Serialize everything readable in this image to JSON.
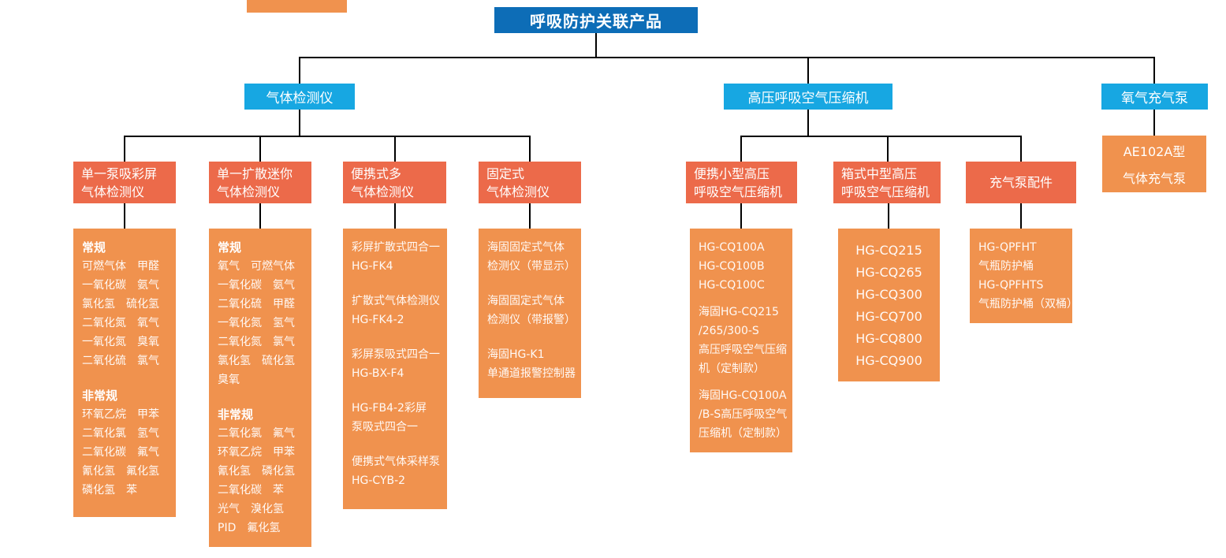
{
  "diagram": {
    "colors": {
      "root_blue": "#0d6db7",
      "branch_blue": "#17a7e2",
      "header_orange": "#ec6a4a",
      "content_orange": "#f0924e",
      "line_black": "#000000"
    },
    "root_label": "呼吸防护关联产品",
    "branches": [
      {
        "label": "气体检测仪"
      },
      {
        "label": "高压呼吸空气压缩机"
      },
      {
        "label": "氧气充气泵"
      }
    ],
    "oxygen_leaf": {
      "lines": [
        "AE102A型",
        "气体充气泵"
      ]
    },
    "groups": [
      {
        "title": [
          "单一泵吸彩屏",
          "气体检测仪"
        ],
        "items": [
          {
            "text": "常规",
            "style": "head"
          },
          {
            "text": "可燃气体　甲醛"
          },
          {
            "text": "一氧化碳　氨气"
          },
          {
            "text": "氯化氢　硫化氢"
          },
          {
            "text": "二氧化氮　氧气"
          },
          {
            "text": "一氧化氮　臭氧"
          },
          {
            "text": "二氧化硫　氯气"
          },
          {
            "text": "",
            "style": "gap"
          },
          {
            "text": "非常规",
            "style": "head"
          },
          {
            "text": "环氧乙烷　甲苯"
          },
          {
            "text": "二氧化氯　氢气"
          },
          {
            "text": "二氧化碳　氟气"
          },
          {
            "text": "氰化氢　氟化氢"
          },
          {
            "text": "磷化氢　苯"
          }
        ]
      },
      {
        "title": [
          "单一扩散迷你",
          "气体检测仪"
        ],
        "items": [
          {
            "text": "常规",
            "style": "head"
          },
          {
            "text": "氧气　可燃气体"
          },
          {
            "text": "一氧化碳　氨气"
          },
          {
            "text": "二氧化硫　甲醛"
          },
          {
            "text": "一氧化氮　氢气"
          },
          {
            "text": "二氧化氮　氯气"
          },
          {
            "text": "氯化氢　硫化氢"
          },
          {
            "text": "臭氧"
          },
          {
            "text": "",
            "style": "gap"
          },
          {
            "text": "非常规",
            "style": "head"
          },
          {
            "text": "二氧化氯　氟气"
          },
          {
            "text": "环氧乙烷　甲苯"
          },
          {
            "text": "氰化氢　磷化氢"
          },
          {
            "text": "二氧化碳　苯"
          },
          {
            "text": "光气　溴化氢"
          },
          {
            "text": "PID　氟化氢"
          }
        ]
      },
      {
        "title": [
          "便携式多",
          "气体检测仪"
        ],
        "items": [
          {
            "text": "彩屏扩散式四合一"
          },
          {
            "text": "HG-FK4"
          },
          {
            "text": "",
            "style": "gap"
          },
          {
            "text": "扩散式气体检测仪"
          },
          {
            "text": "HG-FK4-2"
          },
          {
            "text": "",
            "style": "gap"
          },
          {
            "text": "彩屏泵吸式四合一"
          },
          {
            "text": "HG-BX-F4"
          },
          {
            "text": "",
            "style": "gap"
          },
          {
            "text": "HG-FB4-2彩屏"
          },
          {
            "text": "泵吸式四合一"
          },
          {
            "text": "",
            "style": "gap"
          },
          {
            "text": "便携式气体采样泵"
          },
          {
            "text": "HG-CYB-2"
          }
        ]
      },
      {
        "title": [
          "固定式",
          "气体检测仪"
        ],
        "items": [
          {
            "text": "海固固定式气体"
          },
          {
            "text": "检测仪（带显示）"
          },
          {
            "text": "",
            "style": "gap"
          },
          {
            "text": "海固固定式气体"
          },
          {
            "text": "检测仪（带报警）"
          },
          {
            "text": "",
            "style": "gap"
          },
          {
            "text": "海固HG-K1"
          },
          {
            "text": "单通道报警控制器"
          }
        ]
      },
      {
        "title": [
          "便携小型高压",
          "呼吸空气压缩机"
        ],
        "items": [
          {
            "text": "HG-CQ100A"
          },
          {
            "text": "HG-CQ100B"
          },
          {
            "text": "HG-CQ100C"
          },
          {
            "text": "",
            "style": "gap-sm"
          },
          {
            "text": "海固HG-CQ215"
          },
          {
            "text": "/265/300-S"
          },
          {
            "text": "高压呼吸空气压缩"
          },
          {
            "text": "机（定制款）"
          },
          {
            "text": "",
            "style": "gap-sm"
          },
          {
            "text": "海固HG-CQ100A"
          },
          {
            "text": "/B-S高压呼吸空气"
          },
          {
            "text": "压缩机（定制款）"
          }
        ]
      },
      {
        "title": [
          "箱式中型高压",
          "呼吸空气压缩机"
        ],
        "items": [
          {
            "text": "HG-CQ215"
          },
          {
            "text": "HG-CQ265"
          },
          {
            "text": "HG-CQ300"
          },
          {
            "text": "HG-CQ700"
          },
          {
            "text": "HG-CQ800"
          },
          {
            "text": "HG-CQ900"
          }
        ]
      },
      {
        "title": [
          "充气泵配件"
        ],
        "items": [
          {
            "text": "HG-QPFHT"
          },
          {
            "text": "气瓶防护桶"
          },
          {
            "text": "HG-QPFHTS"
          },
          {
            "text": "气瓶防护桶（双桶）"
          }
        ]
      }
    ]
  }
}
